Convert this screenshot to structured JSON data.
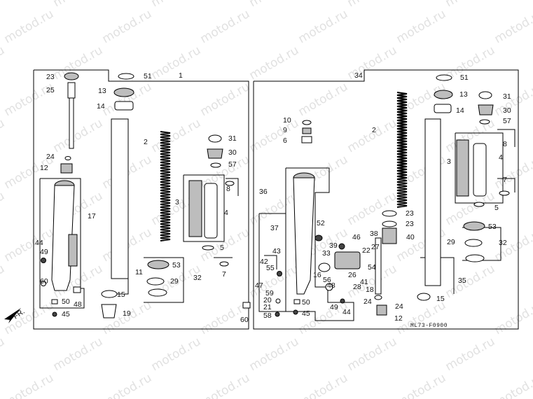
{
  "diagram": {
    "code": "ML73-F0900",
    "watermark": "motod.ru",
    "direction_label": "FR.",
    "assembly_left": "1",
    "assembly_right": "34",
    "left_labels": [
      "23",
      "25",
      "24",
      "12",
      "17",
      "44",
      "49",
      "60",
      "50",
      "45",
      "48",
      "51",
      "13",
      "14",
      "2",
      "31",
      "30",
      "57",
      "8",
      "3",
      "4",
      "5",
      "7",
      "53",
      "29",
      "32",
      "11",
      "15",
      "19"
    ],
    "right_labels": [
      "51",
      "13",
      "14",
      "31",
      "30",
      "57",
      "8",
      "2",
      "3",
      "4",
      "7",
      "5",
      "10",
      "9",
      "6",
      "36",
      "37",
      "52",
      "43",
      "42",
      "55",
      "47",
      "23",
      "23",
      "53",
      "29",
      "32",
      "38",
      "40",
      "46",
      "39",
      "33",
      "22",
      "27",
      "16",
      "56",
      "26",
      "54",
      "41",
      "18",
      "28",
      "48",
      "49",
      "44",
      "24",
      "24",
      "12",
      "35",
      "15",
      "59",
      "20",
      "21",
      "58",
      "60",
      "50",
      "45"
    ]
  }
}
